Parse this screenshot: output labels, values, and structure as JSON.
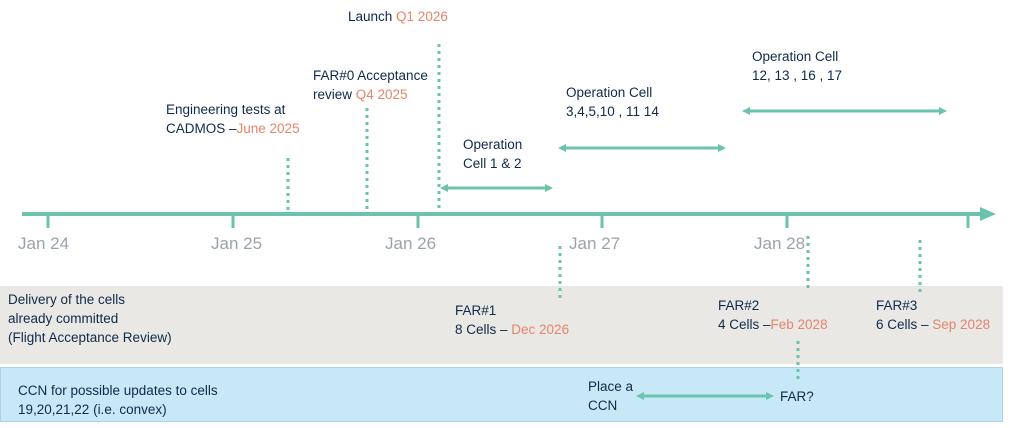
{
  "timeline": {
    "axis_labels": [
      "Jan 24",
      "Jan 25",
      "Jan 26",
      "Jan 27",
      "Jan 28"
    ],
    "accent_color": "#6cc3ad",
    "highlight_color": "#e8836c"
  },
  "milestones_top": {
    "launch": {
      "text": "Launch ",
      "date": "Q1 2026"
    },
    "far0": {
      "line1": "FAR#0 Acceptance",
      "line2": "review ",
      "date": "Q4 2025"
    },
    "eng_tests": {
      "line1": "Engineering tests at",
      "line2": "CADMOS –",
      "date": "June 2025"
    }
  },
  "operations": {
    "op1": {
      "line1": "Operation",
      "line2": "Cell 1 & 2"
    },
    "op2": {
      "line1": "Operation Cell",
      "line2": "3,4,5,10 , 11 14"
    },
    "op3": {
      "line1": "Operation Cell",
      "line2": "12, 13 , 16 , 17"
    }
  },
  "delivery_band": {
    "line1": "Delivery of the cells",
    "line2": "already committed",
    "line3": "(Flight Acceptance Review)",
    "far1": {
      "title": "FAR#1",
      "cells": "8 Cells – ",
      "date": "Dec 2026"
    },
    "far2": {
      "title": "FAR#2",
      "cells": "4 Cells –",
      "date": "Feb 2028"
    },
    "far3": {
      "title": "FAR#3",
      "cells": "6 Cells – ",
      "date": "Sep 2028"
    }
  },
  "ccn_band": {
    "line1": "CCN for possible updates to cells",
    "line2": "19,20,21,22 (i.e. convex)",
    "place_line1": "Place a",
    "place_line2": "CCN",
    "far_q": "FAR?"
  }
}
